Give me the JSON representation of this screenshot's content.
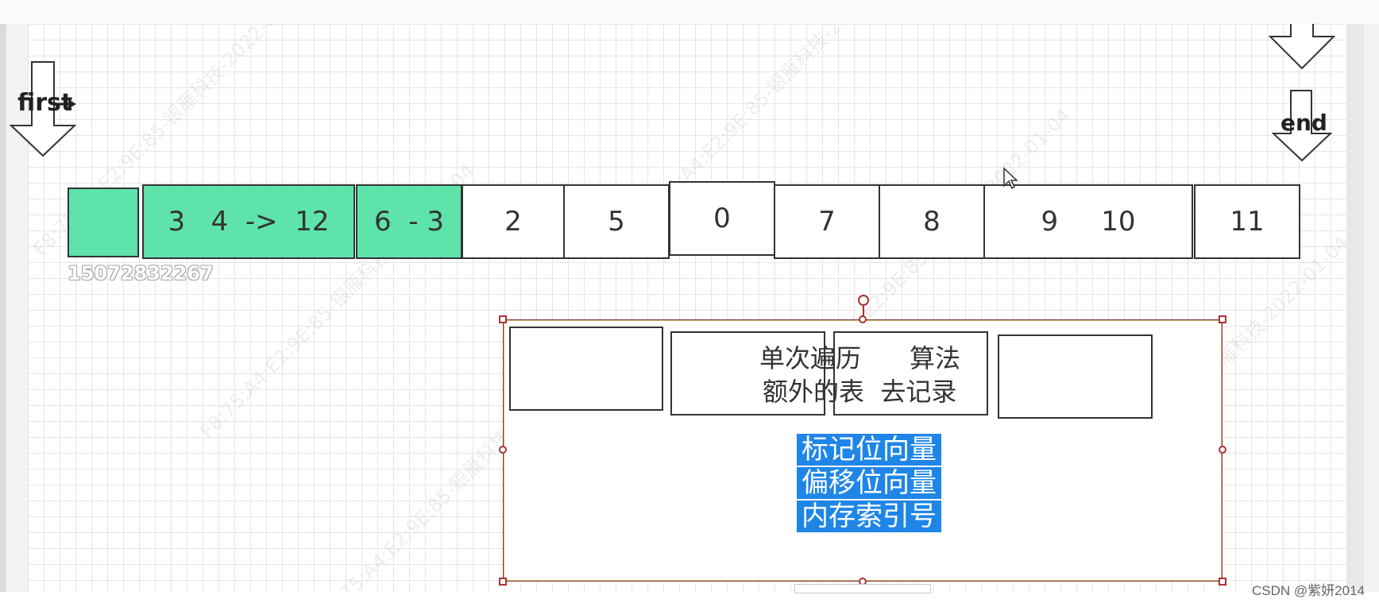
{
  "labels": {
    "first": "first",
    "end": "end"
  },
  "array_cells": [
    {
      "text": "",
      "fill": "green"
    },
    {
      "text": "3   4  ->  12",
      "fill": "green"
    },
    {
      "text": "6  - 3",
      "fill": "green"
    },
    {
      "text": "2",
      "fill": "white"
    },
    {
      "text": "5",
      "fill": "white"
    },
    {
      "text": "0",
      "fill": "white"
    },
    {
      "text": "7",
      "fill": "white"
    },
    {
      "text": "8",
      "fill": "white"
    },
    {
      "text": "9     10",
      "fill": "white"
    },
    {
      "text": "11",
      "fill": "white"
    }
  ],
  "phone_number": "15072832267",
  "box_text": {
    "line1": "单次遍历      算法",
    "line2": "额外的表  去记录"
  },
  "highlighted_lines": [
    "标记位向量",
    "偏移位向量",
    "内存索引号"
  ],
  "watermark": "F8:75:A4:E2:9E:85-银雁科技-2022-01-04",
  "footer": "CSDN @紫妍2014",
  "colors": {
    "green": "#5ee3ab",
    "highlight": "#1f86e8",
    "selection_border": "#d8b86a"
  }
}
